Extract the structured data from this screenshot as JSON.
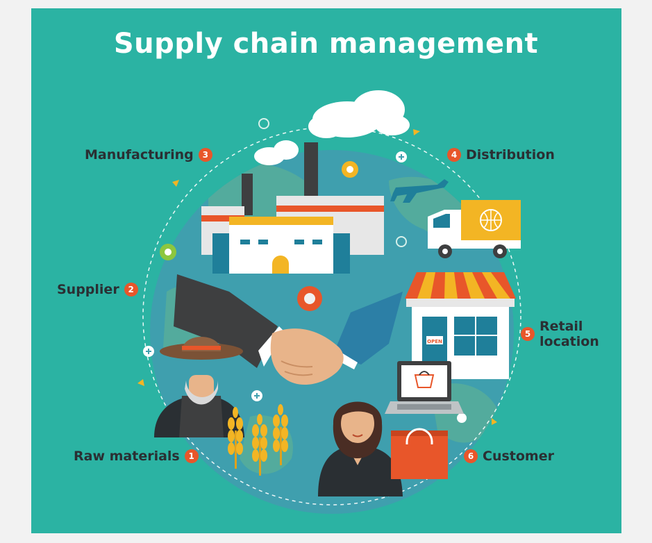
{
  "title": "Supply chain management",
  "steps": [
    {
      "number": "1",
      "label": "Raw materials"
    },
    {
      "number": "2",
      "label": "Supplier"
    },
    {
      "number": "3",
      "label": "Manufacturing"
    },
    {
      "number": "4",
      "label": "Distribution"
    },
    {
      "number": "5",
      "label": "Retail location"
    },
    {
      "number": "6",
      "label": "Customer"
    }
  ],
  "shop_sign": "OPEN",
  "colors": {
    "background": "#2bb3a3",
    "globe": "#3f9fae",
    "badge": "#e8562a",
    "accent_yellow": "#f3b524"
  }
}
